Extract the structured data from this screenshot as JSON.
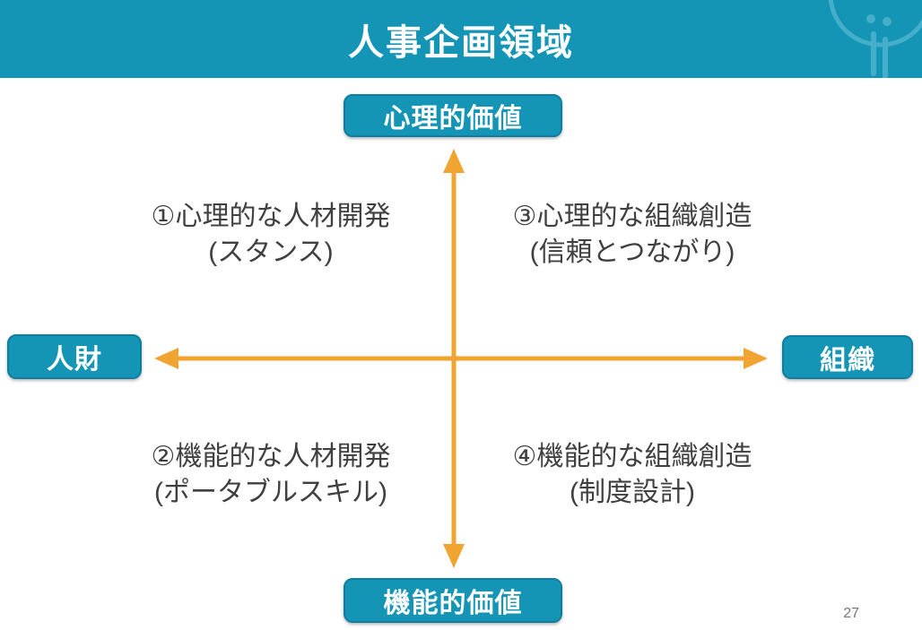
{
  "slide": {
    "title": "人事企画領域",
    "page_number": "27"
  },
  "logo": {
    "name": "brand-circle-face-logo"
  },
  "axes": {
    "top": "心理的価値",
    "bottom": "機能的価値",
    "left": "人財",
    "right": "組織"
  },
  "quadrants": {
    "top_left": {
      "line1": "①心理的な人材開発",
      "line2": "(スタンス)"
    },
    "top_right": {
      "line1": "③心理的な組織創造",
      "line2": "(信頼とつながり)"
    },
    "bottom_left": {
      "line1": "②機能的な人材開発",
      "line2": "(ポータブルスキル)"
    },
    "bottom_right": {
      "line1": "④機能的な組織創造",
      "line2": "(制度設計)"
    }
  },
  "colors": {
    "teal": "#1595B6",
    "teal_border": "#0F7EA0",
    "arrow_orange": "#F0A432",
    "quadrant_text": "#404040",
    "page_number_gray": "#757575",
    "logo_light_blue": "#45AECB"
  }
}
